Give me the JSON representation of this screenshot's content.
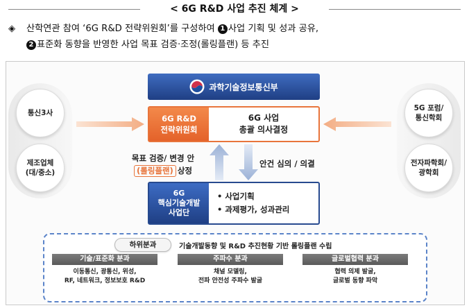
{
  "title": "< 6G R&D 사업 추진 체계 >",
  "description": {
    "bullet": "◈",
    "line1_prefix": "산학연관 참여 ‘6G R&D 전략위원회’를 구성하여",
    "num1": "1",
    "line1_suffix": "사업 기획 및 성과 공유,",
    "num2": "2",
    "line2": "표준화 동향을 반영한 사업 목표 검증·조정(롤링플랜) 등 추진"
  },
  "left_circles": [
    "통신3사",
    "제조업체\n(대/중소)"
  ],
  "right_circles": [
    "5G 포럼/\n통신학회",
    "전자파학회/\n광학회"
  ],
  "ministry": {
    "name": "과학기술정보통신부",
    "icon": "government-emblem-icon"
  },
  "committee": {
    "name_line1": "6G R&D",
    "name_line2": "전략위원회",
    "desc_line1": "6G 사업",
    "desc_line2": "총괄 의사결정"
  },
  "middle": {
    "left_line1": "목표 검증/ 변경 안",
    "rolling": "(롤링플랜)",
    "submit": "상정",
    "right": "안건 심의 / 의결"
  },
  "project_group": {
    "name_line1": "6G",
    "name_line2": "핵심기술개발",
    "name_line3": "사업단",
    "tasks": [
      "• 사업기획",
      "• 과제평가, 성과관리"
    ]
  },
  "sub": {
    "header": "하위분과",
    "header_desc": "기술개발동향 및 R&D 추진현황 기반 롤링플랜 수립",
    "columns": [
      {
        "title": "기술/표준화 분과",
        "lines": [
          "이동통신, 광통신, 위성,",
          "RF, 네트워크, 정보보호 R&D"
        ]
      },
      {
        "title": "주파수 분과",
        "lines": [
          "채널 모델링,",
          "전파 안전성 주파수 발굴"
        ]
      },
      {
        "title": "글로벌협력 분과",
        "lines": [
          "협력 의제 발굴,",
          "글로벌 동향 파악"
        ]
      }
    ]
  },
  "colors": {
    "orange": "#e8743b",
    "blue": "#274a8f",
    "peach": "#f6c4a4",
    "gray_header": "#6a6a6a"
  }
}
